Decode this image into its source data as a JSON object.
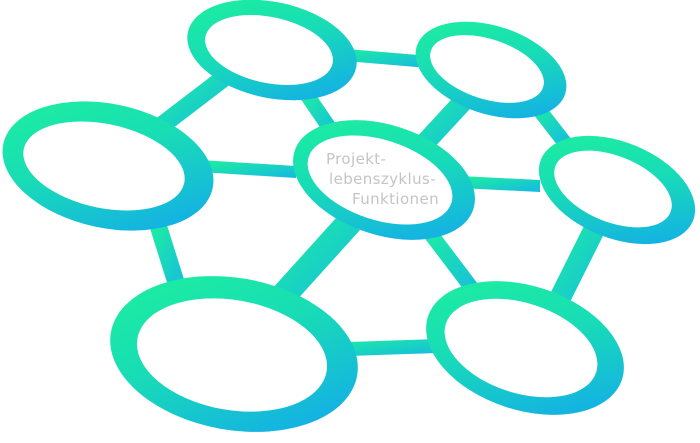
{
  "diagram": {
    "center_label": {
      "line1": "Projekt-",
      "line2": "lebenszyklus-",
      "line3": "Funktionen"
    },
    "colors": {
      "gradient_start": "#1ef29a",
      "gradient_end": "#13a3f3",
      "label": "#c4c4c4",
      "background": "#ffffff"
    },
    "node_count": 7,
    "connector_count": 12
  }
}
